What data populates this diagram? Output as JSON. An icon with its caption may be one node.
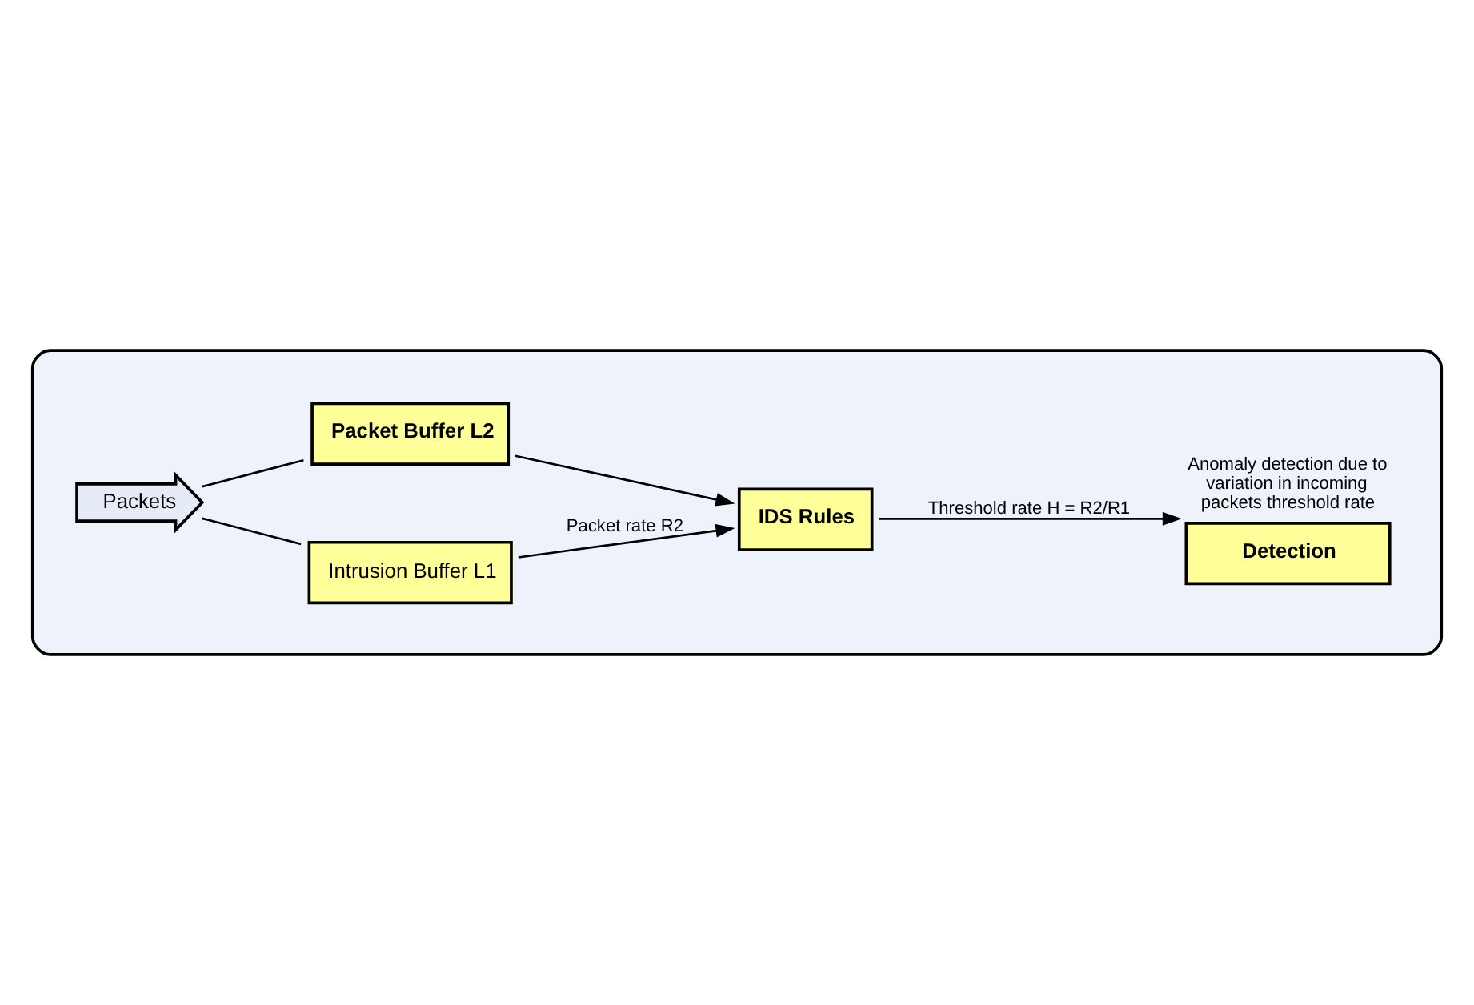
{
  "diagram": {
    "nodes": [
      {
        "text": [],
        "shape": "box"
      },
      {
        "text": [
          "Packets"
        ],
        "in": 0
      },
      {
        "text": [
          "Intrusion Buffer L1"
        ],
        "in": 0
      },
      {
        "text": [
          "IDS Rules"
        ],
        "in": 0
      },
      {
        "text": [
          "Detection"
        ],
        "in": 0,
        "beside": [
          "Anomaly detection due to variation in incoming packets threshold rate"
        ]
      },
      {
        "text": [
          "Packet Buffer L2"
        ],
        "in": 0
      }
    ],
    "edges": [
      {
        "from": 1,
        "to": 2,
        "arrow": "none"
      },
      {
        "from": 1,
        "to": 5,
        "arrow": "none"
      },
      {
        "from": 2,
        "to": 3,
        "arrow": "to",
        "label": "Packet rate R2"
      },
      {
        "from": 5,
        "to": 3,
        "arrow": "to"
      },
      {
        "from": 3,
        "to": 4,
        "arrow": "to",
        "label": "Threshold rate H = R2/R1"
      }
    ]
  }
}
